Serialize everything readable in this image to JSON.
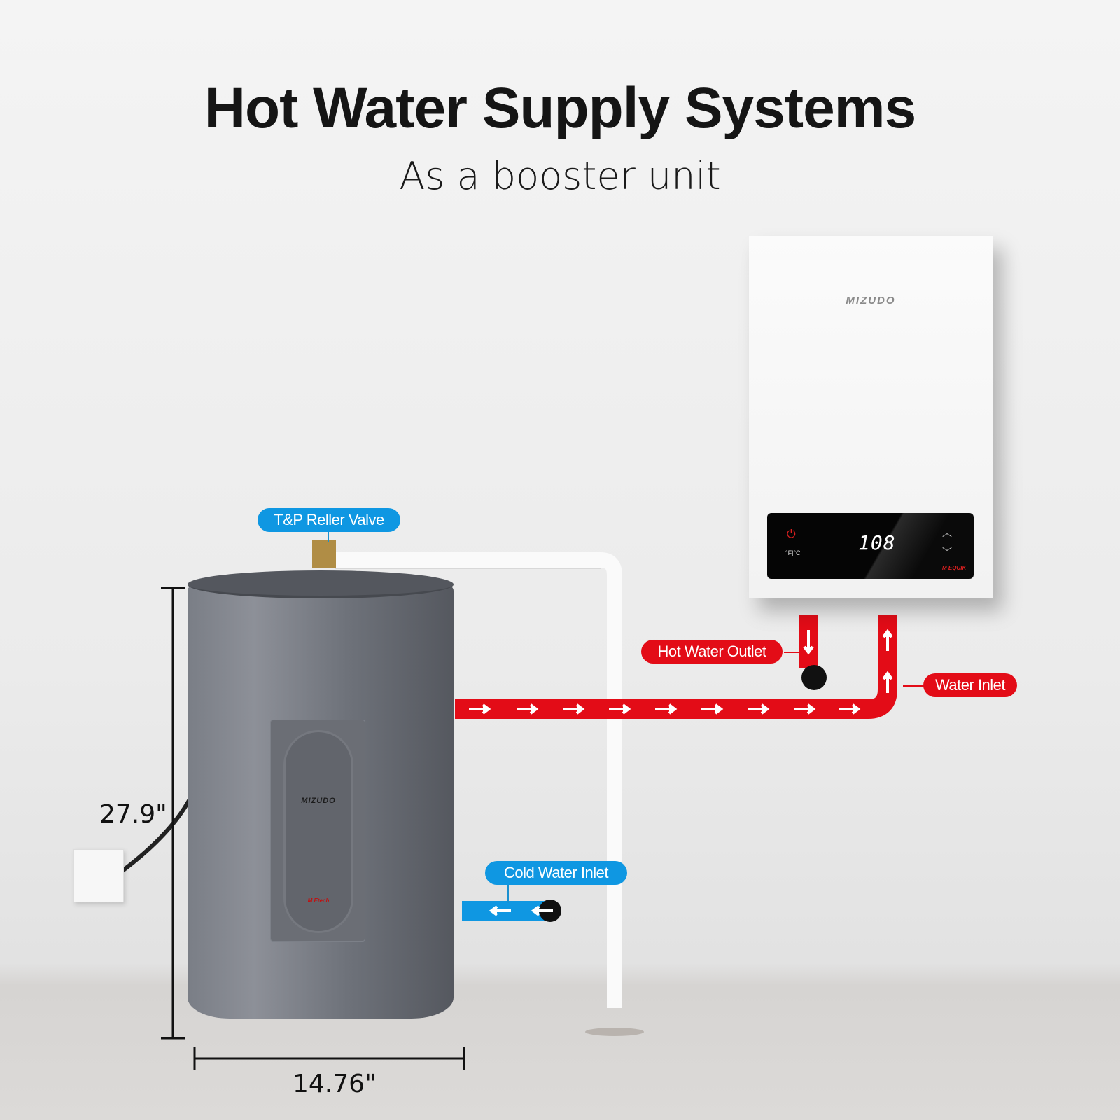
{
  "title": "Hot Water Supply Systems",
  "subtitle": "As a booster unit",
  "heater": {
    "brand": "MIZUDO",
    "display_temp": "108",
    "unit_toggle": "°F|°C",
    "power_icon": "power-icon",
    "up_icon": "chevron-up-icon",
    "down_icon": "chevron-down-icon",
    "sub_brand": "M EQUIK"
  },
  "tank": {
    "brand": "MIZUDO",
    "sub_brand": "M Etech"
  },
  "labels": {
    "tp_valve": "T&P Reller Valve",
    "hot_outlet": "Hot Water Outlet",
    "water_inlet": "Water Inlet",
    "cold_inlet": "Cold Water Inlet"
  },
  "dimensions": {
    "height": "27.9\"",
    "width": "14.76\""
  },
  "colors": {
    "hot": "#e30c17",
    "cold": "#0f97e2",
    "tank": "#6e727a"
  }
}
